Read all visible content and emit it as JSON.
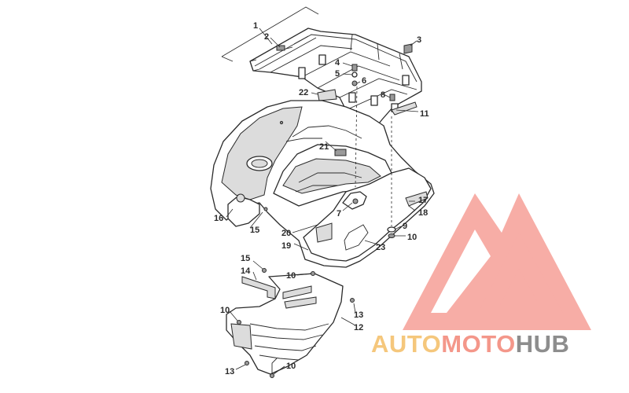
{
  "callouts": [
    {
      "id": "c1",
      "text": "1"
    },
    {
      "id": "c2",
      "text": "2"
    },
    {
      "id": "c3",
      "text": "3"
    },
    {
      "id": "c4",
      "text": "4"
    },
    {
      "id": "c5",
      "text": "5"
    },
    {
      "id": "c6",
      "text": "6"
    },
    {
      "id": "c7",
      "text": "7"
    },
    {
      "id": "c8",
      "text": "8"
    },
    {
      "id": "c9",
      "text": "9"
    },
    {
      "id": "c10a",
      "text": "10"
    },
    {
      "id": "c10b",
      "text": "10"
    },
    {
      "id": "c10c",
      "text": "10"
    },
    {
      "id": "c10d",
      "text": "10"
    },
    {
      "id": "c11",
      "text": "11"
    },
    {
      "id": "c12",
      "text": "12"
    },
    {
      "id": "c13a",
      "text": "13"
    },
    {
      "id": "c13b",
      "text": "13"
    },
    {
      "id": "c14",
      "text": "14"
    },
    {
      "id": "c15a",
      "text": "15"
    },
    {
      "id": "c15b",
      "text": "15"
    },
    {
      "id": "c16",
      "text": "16"
    },
    {
      "id": "c17",
      "text": "17"
    },
    {
      "id": "c18",
      "text": "18"
    },
    {
      "id": "c19",
      "text": "19"
    },
    {
      "id": "c20",
      "text": "20"
    },
    {
      "id": "c21",
      "text": "21"
    },
    {
      "id": "c22",
      "text": "22"
    },
    {
      "id": "c23",
      "text": "23"
    }
  ],
  "watermark": {
    "part1": "AUTO",
    "part2": "MOTO",
    "part3": "HUB",
    "color_auto": "#f5c77c",
    "color_moto": "#f4978a",
    "color_hub": "#8d8d8d",
    "logo_color": "#f26b5e"
  },
  "colors": {
    "line": "#2b2b2b",
    "background": "#ffffff"
  }
}
